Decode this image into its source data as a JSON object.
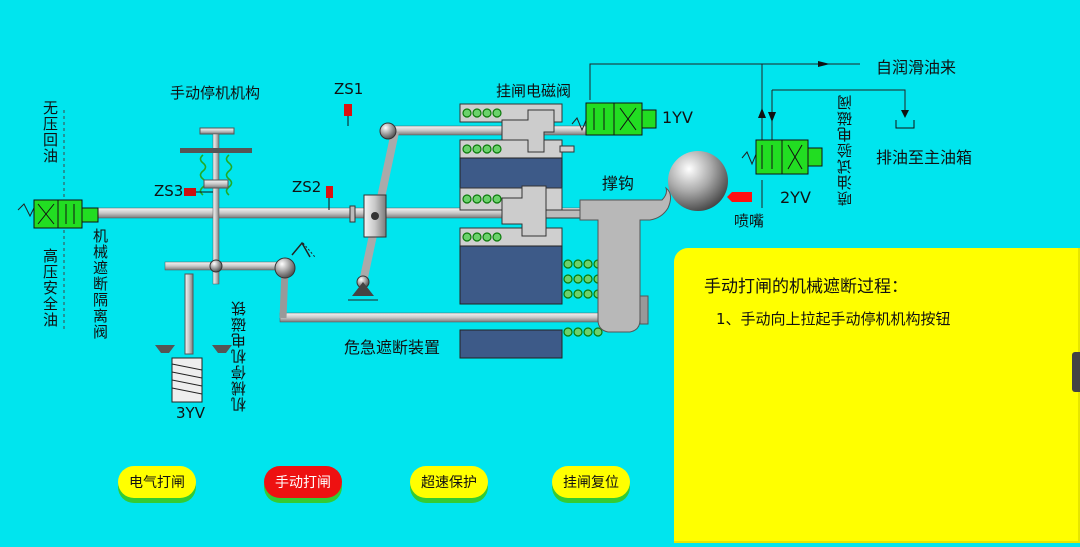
{
  "labels": {
    "manual_trip_mechanism": "手动停机机构",
    "zs1": "ZS1",
    "zs2": "ZS2",
    "zs3": "ZS3",
    "trip_solenoid_valve": "挂闸电磁阀",
    "yv1": "1YV",
    "yv2": "2YV",
    "yv3": "3YV",
    "self_lube_oil": "自润滑油来",
    "drain_to_main_tank": "排油至主油箱",
    "oil_spray_test_valve": "喷油试验电磁阀",
    "support_hook": "撑钩",
    "nozzle": "喷嘴",
    "emergency_trip_device": "危急遮断装置",
    "no_pressure_return": "无压回油",
    "high_pressure_safety_oil": "高压安全油",
    "mechanical_trip_isolation_valve": "机械遮断隔离阀",
    "mechanical_trip_electromagnet": "机械停机电磁铁"
  },
  "info": {
    "title": "手动打闸的机械遮断过程：",
    "step1": "1、手动向上拉起手动停机机构按钮"
  },
  "buttons": {
    "electric_trip": "电气打闸",
    "manual_trip": "手动打闸",
    "overspeed_protection": "超速保护",
    "reset_latch": "挂闸复位"
  },
  "colors": {
    "background": "#00e5ee",
    "panel": "#ffff00",
    "valve_green": "#22dd22",
    "block_navy": "#3d5a88",
    "active_button": "#ee1111"
  }
}
